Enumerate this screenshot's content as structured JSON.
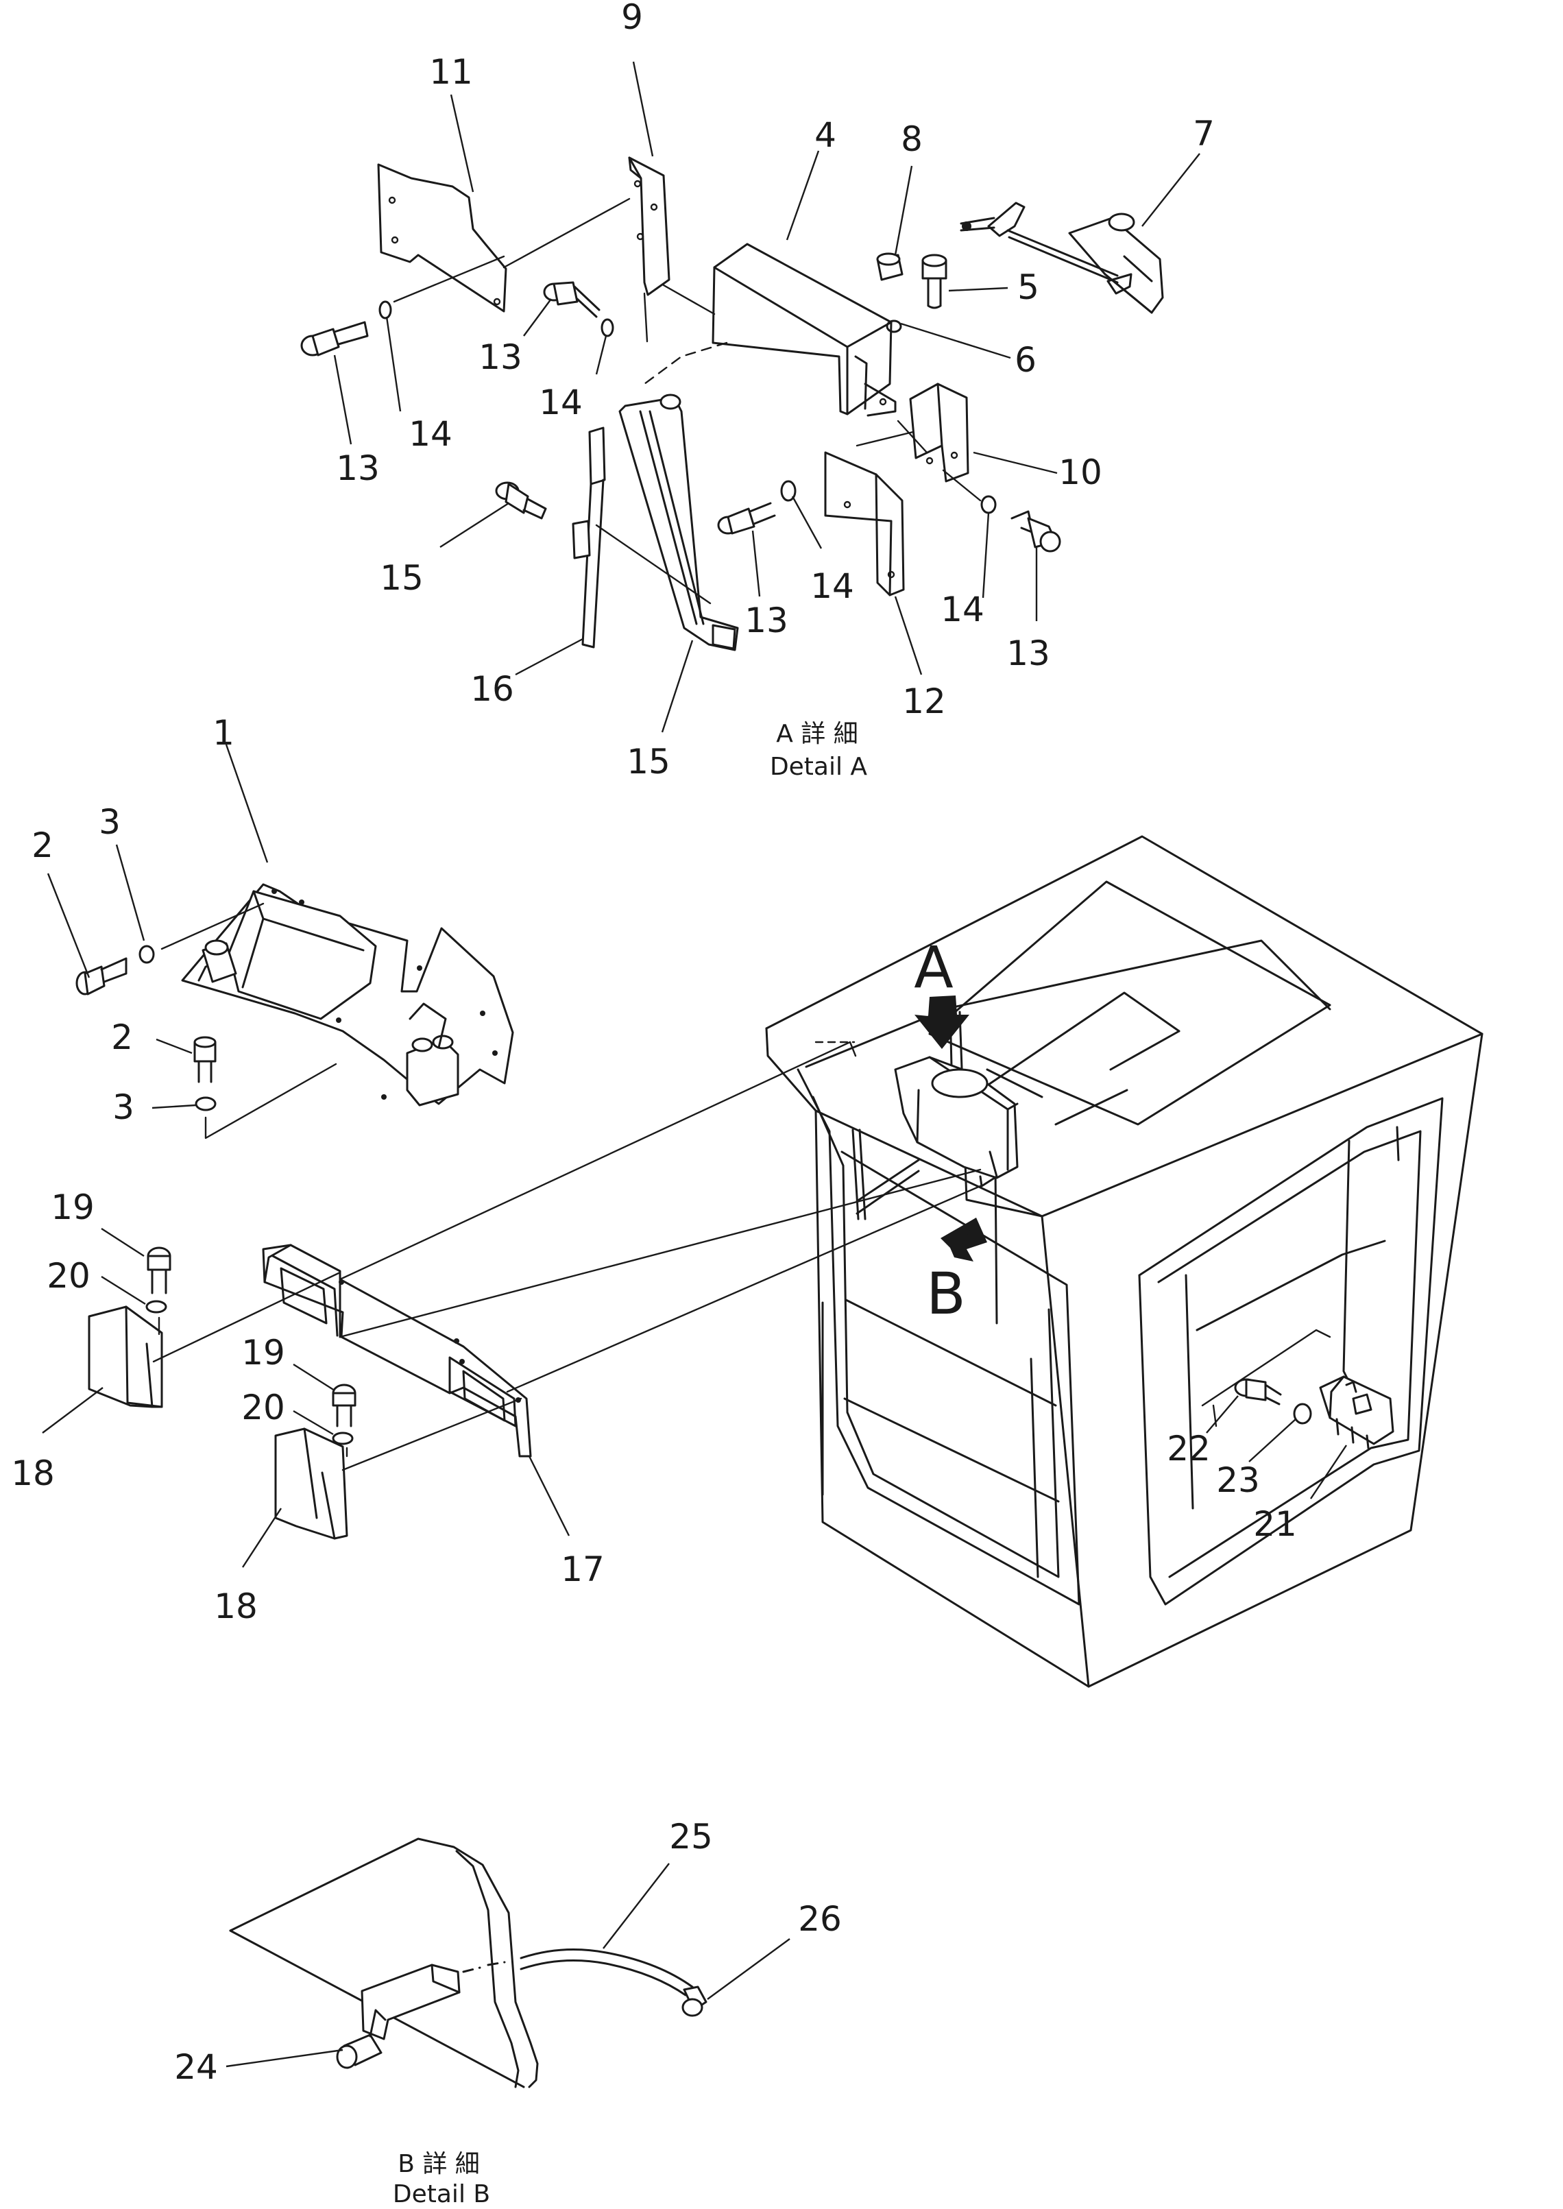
{
  "detail_a_caption": {
    "jp": "A 詳 細",
    "en": "Detail  A"
  },
  "detail_b_caption": {
    "jp": "B 詳 細",
    "en": "Detail  B"
  },
  "view_markers": {
    "a": "A",
    "b": "B"
  },
  "callouts": {
    "c1": "1",
    "c2a": "2",
    "c2b": "2",
    "c3a": "3",
    "c3b": "3",
    "c4": "4",
    "c5": "5",
    "c6": "6",
    "c7": "7",
    "c8": "8",
    "c9": "9",
    "c10": "10",
    "c11": "11",
    "c12": "12",
    "c13a": "13",
    "c13b": "13",
    "c13c": "13",
    "c13d": "13",
    "c14a": "14",
    "c14b": "14",
    "c14c": "14",
    "c14d": "14",
    "c15a": "15",
    "c15b": "15",
    "c16": "16",
    "c17": "17",
    "c18a": "18",
    "c18b": "18",
    "c19a": "19",
    "c19b": "19",
    "c20a": "20",
    "c20b": "20",
    "c21": "21",
    "c22": "22",
    "c23": "23",
    "c24": "24",
    "c25": "25",
    "c26": "26"
  }
}
